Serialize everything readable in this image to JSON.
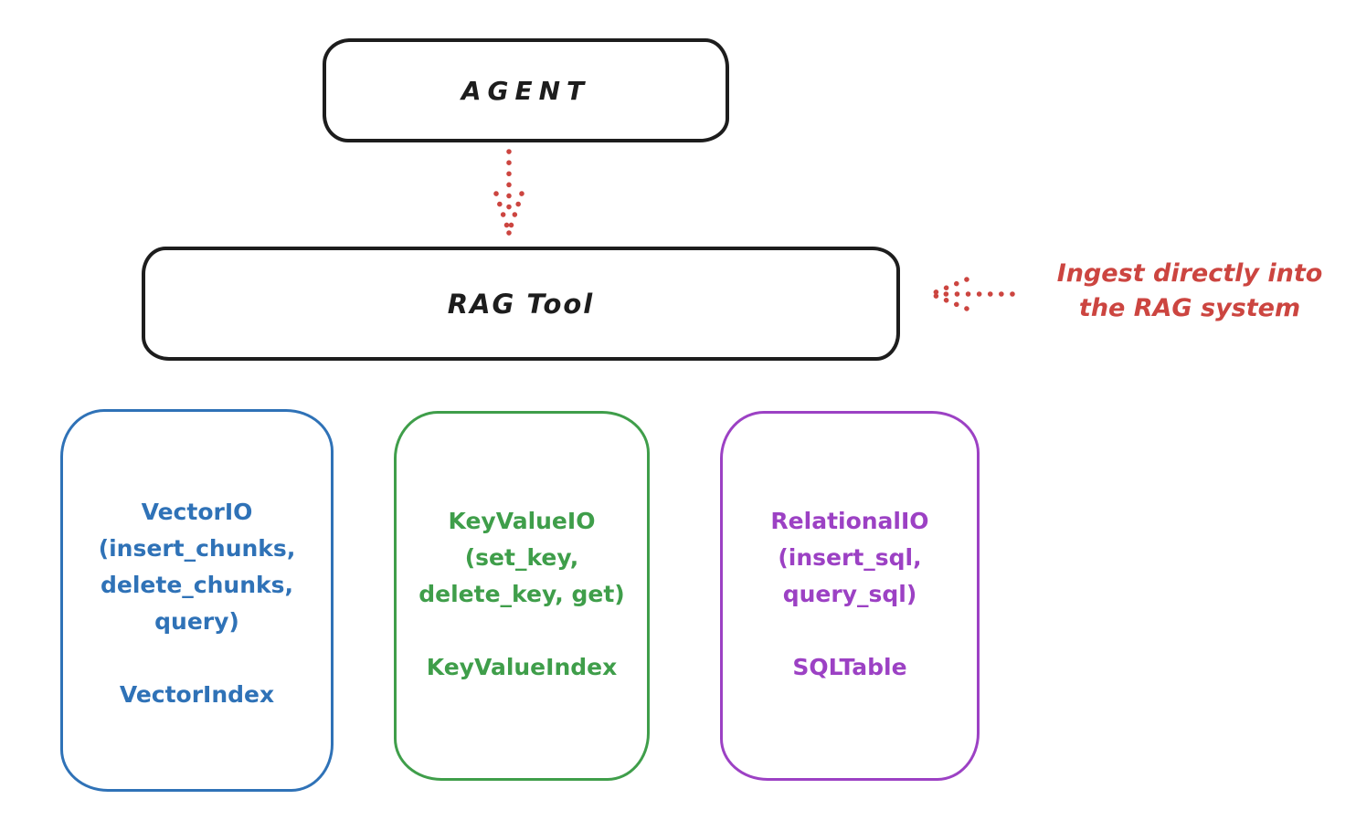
{
  "diagram": {
    "background": "#ffffff",
    "ink": "#1d1d1d",
    "agent_box": {
      "label": "AGENT",
      "stroke": "#1d1d1d"
    },
    "rag_tool_box": {
      "label": "RAG Tool",
      "stroke": "#1d1d1d"
    },
    "agent_to_rag_arrow": {
      "style": "dotted",
      "direction": "down",
      "color": "#cc4540"
    },
    "ingest_annotation": {
      "line1": "Ingest directly into",
      "line2": "the RAG system",
      "color": "#cc4540",
      "arrow_style": "dotted",
      "arrow_direction": "left"
    },
    "stores": [
      {
        "id": "vector-io",
        "color": "#2f72b7",
        "lines": [
          "VectorIO",
          "(insert_chunks,",
          "delete_chunks,",
          "query)"
        ],
        "index_label": "VectorIndex"
      },
      {
        "id": "key-value-io",
        "color": "#3f9e4a",
        "lines": [
          "KeyValueIO",
          "(set_key,",
          "delete_key, get)"
        ],
        "index_label": "KeyValueIndex"
      },
      {
        "id": "relational-io",
        "color": "#9c41c4",
        "lines": [
          "RelationalIO",
          "(insert_sql,",
          "query_sql)"
        ],
        "index_label": "SQLTable"
      }
    ]
  }
}
